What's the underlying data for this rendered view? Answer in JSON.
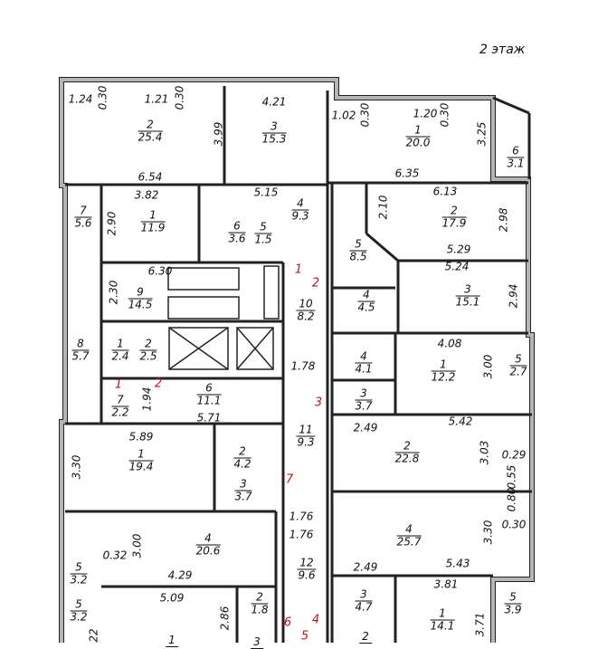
{
  "header": {
    "floor_label": "2 этаж"
  },
  "rooms": [
    {
      "n": "2",
      "a": "25.4"
    },
    {
      "n": "3",
      "a": "15.3"
    },
    {
      "n": "1",
      "a": "11.9"
    },
    {
      "n": "7",
      "a": "5.6"
    },
    {
      "n": "4",
      "a": "9.3"
    },
    {
      "n": "6",
      "a": "3.6"
    },
    {
      "n": "5",
      "a": "1.5"
    },
    {
      "n": "1",
      "a": "20.0"
    },
    {
      "n": "6",
      "a": "3.1"
    },
    {
      "n": "2",
      "a": "17.9"
    },
    {
      "n": "5",
      "a": "8.5"
    },
    {
      "n": "3",
      "a": "15.1"
    },
    {
      "n": "4",
      "a": "4.5"
    },
    {
      "n": "9",
      "a": "14.5"
    },
    {
      "n": "10",
      "a": "8.2"
    },
    {
      "n": "8",
      "a": "5.7"
    },
    {
      "n": "1",
      "a": "2.4"
    },
    {
      "n": "2",
      "a": "2.5"
    },
    {
      "n": "7",
      "a": "2.2"
    },
    {
      "n": "6",
      "a": "11.1"
    },
    {
      "n": "11",
      "a": "9.3"
    },
    {
      "n": "12",
      "a": "9.6"
    },
    {
      "n": "4",
      "a": "4.1"
    },
    {
      "n": "1",
      "a": "12.2"
    },
    {
      "n": "5",
      "a": "2.7"
    },
    {
      "n": "3",
      "a": "3.7"
    },
    {
      "n": "2",
      "a": "22.8"
    },
    {
      "n": "4",
      "a": "25.7"
    },
    {
      "n": "3",
      "a": "4.7"
    },
    {
      "n": "1",
      "a": "14.1"
    },
    {
      "n": "5",
      "a": "3.9"
    },
    {
      "n": "2",
      "a": ""
    },
    {
      "n": "1",
      "a": "19.4"
    },
    {
      "n": "2",
      "a": "4.2"
    },
    {
      "n": "3",
      "a": "3.7"
    },
    {
      "n": "4",
      "a": "20.6"
    },
    {
      "n": "5",
      "a": "3.2"
    },
    {
      "n": "5",
      "a": "3.2"
    },
    {
      "n": "2",
      "a": "1.8"
    },
    {
      "n": "1",
      "a": ""
    },
    {
      "n": "3",
      "a": ""
    }
  ],
  "dimensions": [
    "1.24",
    "0.30",
    "1.21",
    "0.30",
    "3.99",
    "4.21",
    "6.54",
    "3.82",
    "5.15",
    "2.90",
    "1.02",
    "0.30",
    "1.20",
    "0.30",
    "3.25",
    "6.35",
    "6.13",
    "2.10",
    "2.98",
    "5.29",
    "5.24",
    "2.94",
    "6.30",
    "2.30",
    "1.78",
    "1.94",
    "5.71",
    "5.89",
    "3.30",
    "4.08",
    "3.00",
    "2.49",
    "5.42",
    "3.03",
    "0.29",
    "0.55",
    "0.80",
    "0.30",
    "3.30",
    "2.49",
    "5.43",
    "3.81",
    "3.71",
    "1.76",
    "1.76",
    "3.00",
    "0.32",
    "4.29",
    "5.09",
    "2.86",
    "22"
  ],
  "doors": [
    "1",
    "2",
    "1",
    "2",
    "3",
    "7",
    "6",
    "4",
    "5"
  ],
  "colors": {
    "wall": "#b5b5b5",
    "line": "#222222",
    "door_number": "#c0141c"
  }
}
